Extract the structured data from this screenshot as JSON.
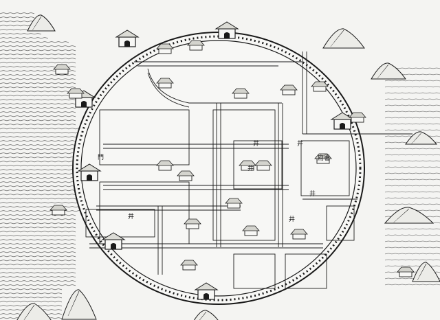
{
  "map": {
    "style": "woodblock print city map, walled circular city on coast",
    "colors": {
      "ink": "#1a1a1a",
      "paper": "#f4f4f2"
    },
    "labels": {
      "well": "井",
      "prefecture_office": "府署",
      "gate": "門"
    }
  }
}
